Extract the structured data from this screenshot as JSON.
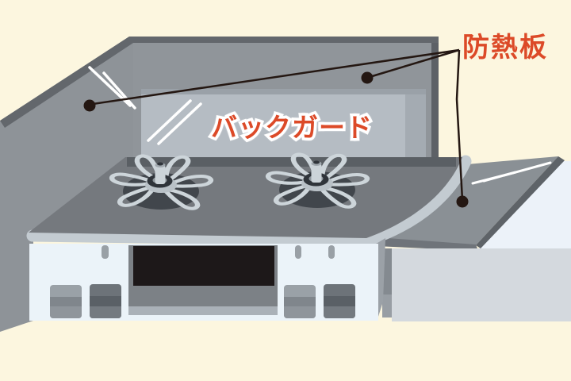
{
  "labels": {
    "heat_shield": "防熱板",
    "back_guard": "バックガード"
  },
  "callout": {
    "heat_shield_point_count": 3,
    "heat_shield_points": [
      "side-wall",
      "back-panel",
      "side-counter"
    ]
  },
  "colors": {
    "background": "#fcf6df",
    "label_red": "#dc4a28",
    "callout_line": "#241712",
    "side_wall": "#8e9398",
    "back_wall": "#90959a",
    "back_guard_glass": "#b5bcc3",
    "cooktop": "#75797e",
    "cooktop_edge": "#c3cbd1",
    "stove_front": "#ebf3f9",
    "counter_top": "#8a9095",
    "cabinet_front": "#d4d9de",
    "trivet": "#cdd5da"
  }
}
